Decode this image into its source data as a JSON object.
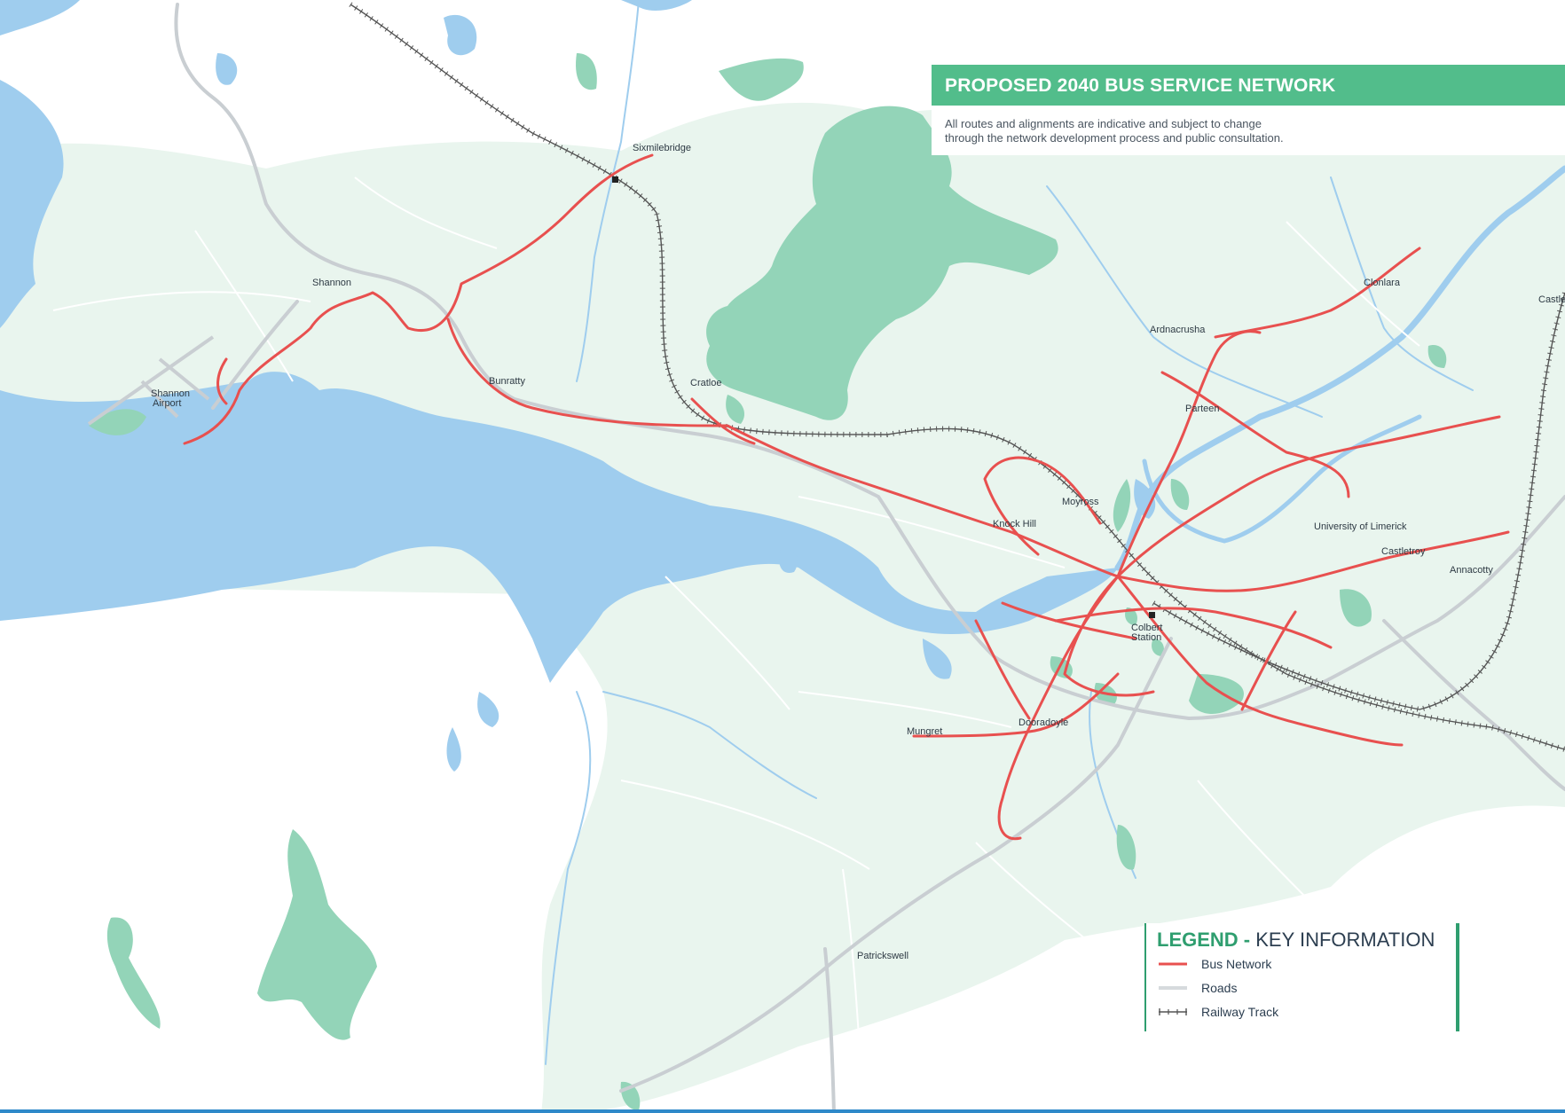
{
  "header": {
    "title": "PROPOSED 2040 BUS SERVICE NETWORK",
    "note_line1": "All routes and alignments are indicative and subject to change",
    "note_line2": "through the network development process and public consultation."
  },
  "legend": {
    "title_accent": "LEGEND -",
    "title_rest": " KEY INFORMATION",
    "items": [
      {
        "label": "Bus Network"
      },
      {
        "label": "Roads"
      },
      {
        "label": "Railway Track"
      }
    ]
  },
  "places": {
    "sixmilebridge": "Sixmilebridge",
    "shannon": "Shannon",
    "bunratty": "Bunratty",
    "cratloe": "Cratloe",
    "shannon_airport_1": "Shannon",
    "shannon_airport_2": "Airport",
    "ardnacrusha": "Ardnacrusha",
    "clonlara": "Clonlara",
    "castle": "Castle",
    "parteen": "Parteen",
    "moyross": "Moyross",
    "knock_hill": "Knock Hill",
    "university": "University of Limerick",
    "castletroy": "Castletroy",
    "annacotty": "Annacotty",
    "colbert_1": "Colbert",
    "colbert_2": "Station",
    "mungret": "Mungret",
    "dooradoyle": "Dooradoyle",
    "patrickswell": "Patrickswell"
  },
  "colors": {
    "land": "#e9f5ee",
    "water": "#9fcdee",
    "green_space": "#93d4b8",
    "bus_network": "#e8504f",
    "roads": "#c9ced2",
    "minor_roads": "#ffffff",
    "rail": "#555555",
    "banner": "#52bd8b",
    "legend_border": "#2f9e6f"
  },
  "icons": [
    "station-marker-icon",
    "airport-icon",
    "bus-line-icon",
    "road-line-icon",
    "railway-line-icon"
  ]
}
